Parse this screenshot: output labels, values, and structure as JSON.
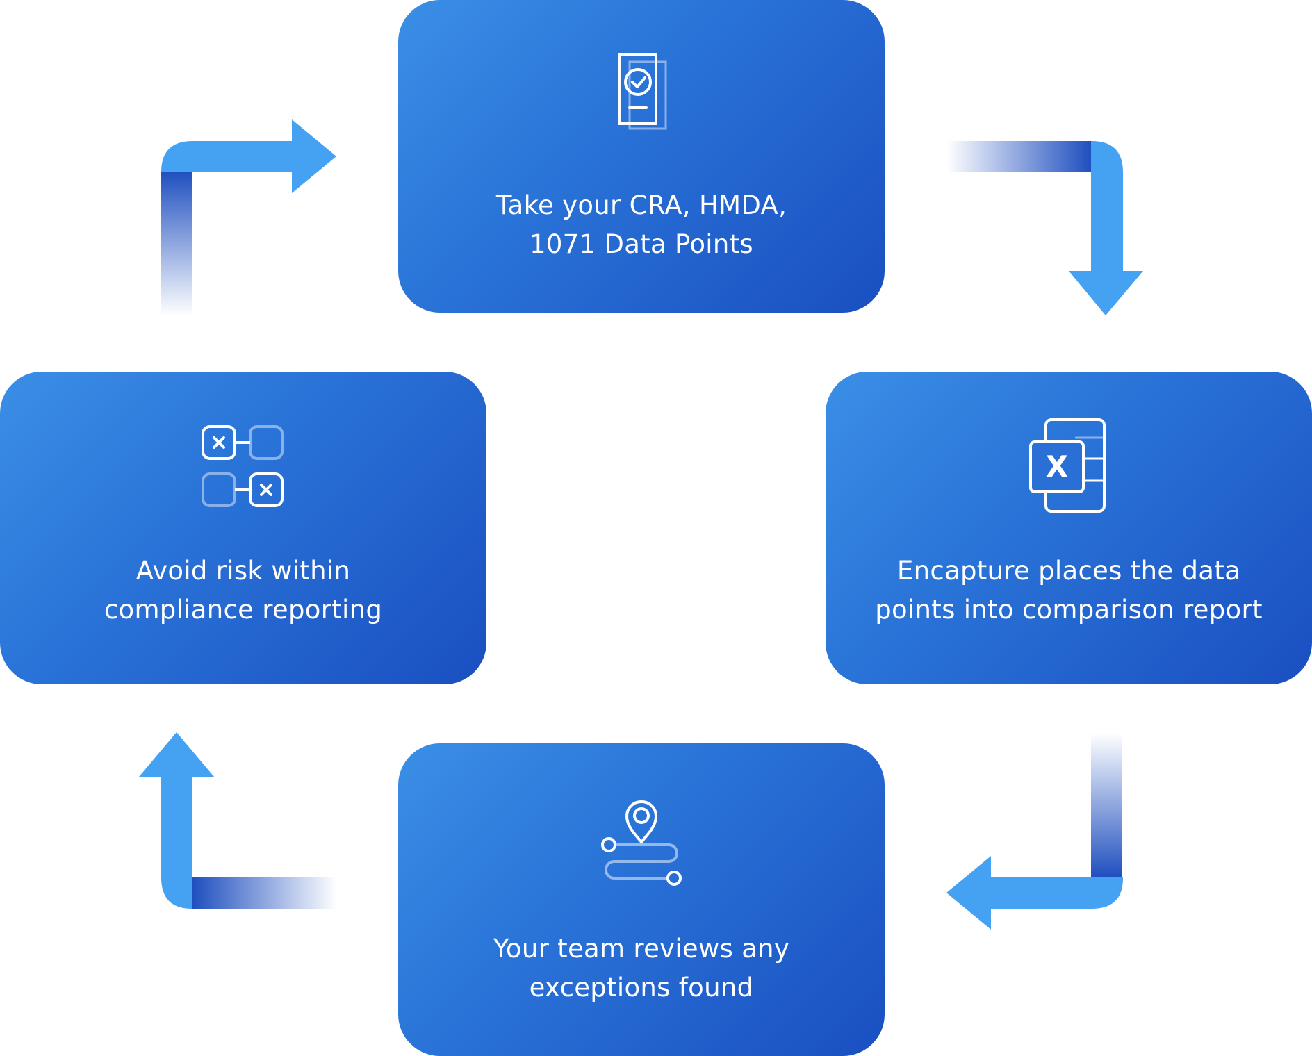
{
  "diagram": {
    "steps": [
      {
        "id": "top",
        "text_line1": "Take your CRA, HMDA,",
        "text_line2": "1071 Data Points",
        "icon": "document-check-icon"
      },
      {
        "id": "right",
        "text_line1": "Encapture places the data",
        "text_line2": "points into comparison report",
        "icon": "excel-spreadsheet-icon"
      },
      {
        "id": "bottom",
        "text_line1": "Your team reviews any",
        "text_line2": "exceptions found",
        "icon": "route-pin-icon"
      },
      {
        "id": "left",
        "text_line1": "Avoid risk within",
        "text_line2": "compliance reporting",
        "icon": "error-nodes-icon"
      }
    ],
    "icon_labels": {
      "excel_letter": "X"
    },
    "colors": {
      "card_light": "#3b8fe6",
      "card_dark": "#1a4fc1",
      "arrow_light": "#45a2f2",
      "arrow_dark": "#1f4fbf"
    }
  }
}
